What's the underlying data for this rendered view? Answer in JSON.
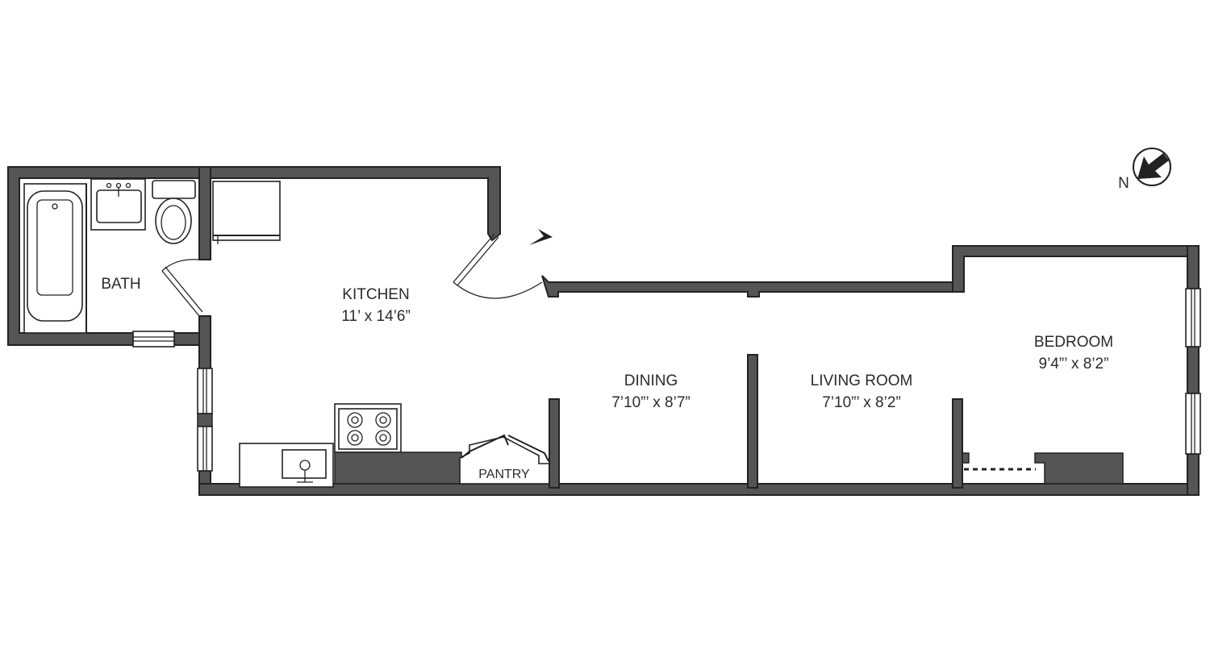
{
  "rooms": {
    "bath": {
      "name": "BATH"
    },
    "kitchen": {
      "name": "KITCHEN",
      "dimensions": "11’ x 14’6”"
    },
    "pantry": {
      "name": "PANTRY"
    },
    "dining": {
      "name": "DINING",
      "dimensions": "7’10”’ x 8’7”"
    },
    "living_room": {
      "name": "LIVING ROOM",
      "dimensions": "7’10”’ x 8’2”"
    },
    "bedroom": {
      "name": "BEDROOM",
      "dimensions": "9’4”’ x 8’2”"
    }
  },
  "compass": {
    "label": "N"
  }
}
